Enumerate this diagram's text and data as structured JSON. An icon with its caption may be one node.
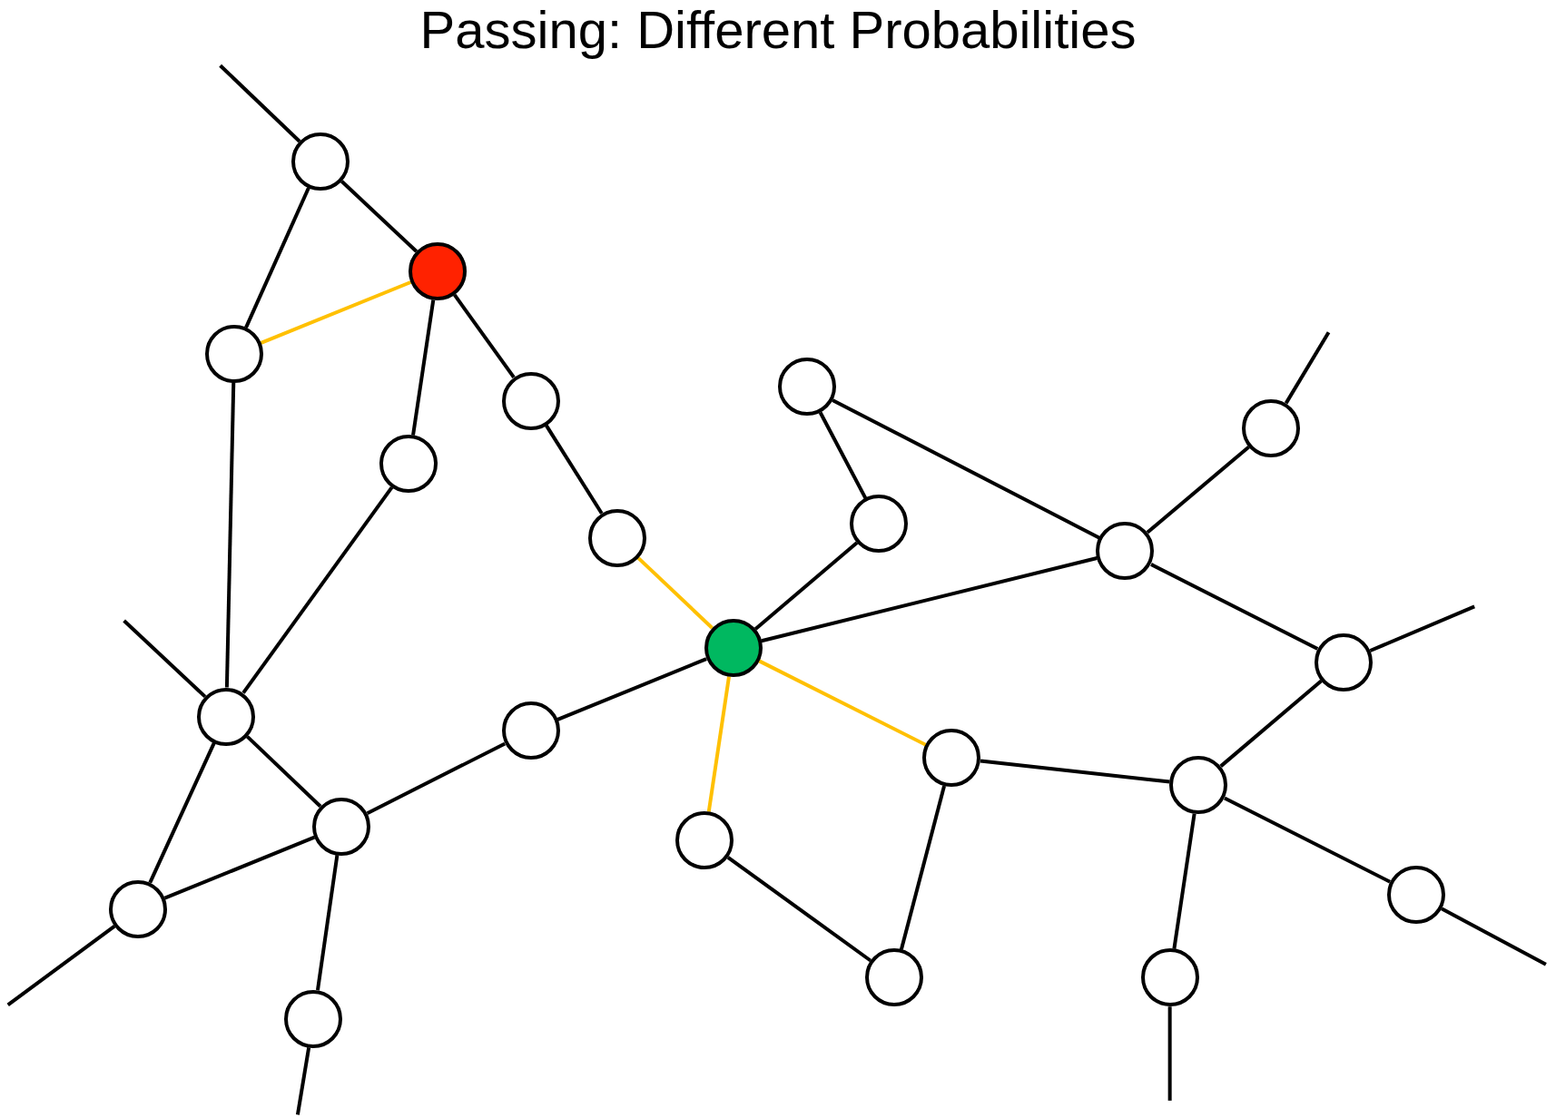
{
  "diagram": {
    "title": "Passing: Different Probabilities",
    "nodes": [
      {
        "text": [],
        "shape": "circle"
      },
      {
        "text": [],
        "shape": "circle"
      },
      {
        "text": [],
        "shape": "circle"
      },
      {
        "text": [],
        "shape": "circle"
      },
      {
        "text": [],
        "shape": "circle"
      },
      {
        "text": [],
        "shape": "circle"
      },
      {
        "text": [],
        "shape": "circle"
      },
      {
        "text": [],
        "shape": "circle"
      },
      {
        "text": [],
        "shape": "circle"
      },
      {
        "text": [],
        "shape": "circle"
      },
      {
        "text": [],
        "shape": "circle"
      },
      {
        "text": [],
        "shape": "circle"
      },
      {
        "text": [],
        "shape": "circle"
      },
      {
        "text": [],
        "shape": "circle"
      },
      {
        "text": [],
        "shape": "circle"
      },
      {
        "text": [],
        "shape": "circle"
      },
      {
        "text": [],
        "shape": "circle"
      },
      {
        "text": [],
        "shape": "circle"
      },
      {
        "text": [],
        "shape": "circle"
      },
      {
        "text": [],
        "shape": "circle"
      },
      {
        "text": [],
        "shape": "circle"
      },
      {
        "text": [],
        "shape": "circle"
      },
      {
        "text": [],
        "shape": "circle"
      }
    ],
    "edges": [
      {
        "from": null,
        "to": 0,
        "arrow": "none"
      },
      {
        "from": 0,
        "to": 1,
        "arrow": "none"
      },
      {
        "from": 0,
        "to": 2,
        "arrow": "none"
      },
      {
        "from": 1,
        "to": 2,
        "arrow": "none",
        "color": "#ffc000"
      },
      {
        "from": 1,
        "to": 4,
        "arrow": "none"
      },
      {
        "from": 1,
        "to": 3,
        "arrow": "none"
      },
      {
        "from": 3,
        "to": 6,
        "arrow": "none"
      },
      {
        "from": 6,
        "to": 10,
        "arrow": "none",
        "color": "#ffc000"
      },
      {
        "from": 2,
        "to": 12,
        "arrow": "none"
      },
      {
        "from": 4,
        "to": 12,
        "arrow": "none"
      },
      {
        "from": null,
        "to": 12,
        "arrow": "none"
      },
      {
        "from": 12,
        "to": 16,
        "arrow": "none"
      },
      {
        "from": 12,
        "to": 18,
        "arrow": "none"
      },
      {
        "from": 16,
        "to": 13,
        "arrow": "none"
      },
      {
        "from": 13,
        "to": 10,
        "arrow": "none"
      },
      {
        "from": 16,
        "to": 18,
        "arrow": "none"
      },
      {
        "from": 16,
        "to": 22,
        "arrow": "none"
      },
      {
        "from": 22,
        "to": null,
        "arrow": "none"
      },
      {
        "from": 18,
        "to": null,
        "arrow": "none"
      },
      {
        "from": 10,
        "to": 7,
        "arrow": "none"
      },
      {
        "from": 7,
        "to": 5,
        "arrow": "none"
      },
      {
        "from": 5,
        "to": 9,
        "arrow": "none"
      },
      {
        "from": 9,
        "to": 8,
        "arrow": "none"
      },
      {
        "from": 8,
        "to": null,
        "arrow": "none"
      },
      {
        "from": 10,
        "to": 9,
        "arrow": "none"
      },
      {
        "from": 9,
        "to": 11,
        "arrow": "none"
      },
      {
        "from": 11,
        "to": null,
        "arrow": "none"
      },
      {
        "from": 11,
        "to": 15,
        "arrow": "none"
      },
      {
        "from": 15,
        "to": 14,
        "arrow": "none"
      },
      {
        "from": 14,
        "to": 10,
        "arrow": "none",
        "color": "#ffc000"
      },
      {
        "from": 10,
        "to": 17,
        "arrow": "none",
        "color": "#ffc000"
      },
      {
        "from": 17,
        "to": 20,
        "arrow": "none"
      },
      {
        "from": 14,
        "to": 20,
        "arrow": "none"
      },
      {
        "from": 15,
        "to": 19,
        "arrow": "none"
      },
      {
        "from": 19,
        "to": null,
        "arrow": "none"
      },
      {
        "from": 15,
        "to": 21,
        "arrow": "none"
      },
      {
        "from": 21,
        "to": null,
        "arrow": "none"
      }
    ]
  }
}
